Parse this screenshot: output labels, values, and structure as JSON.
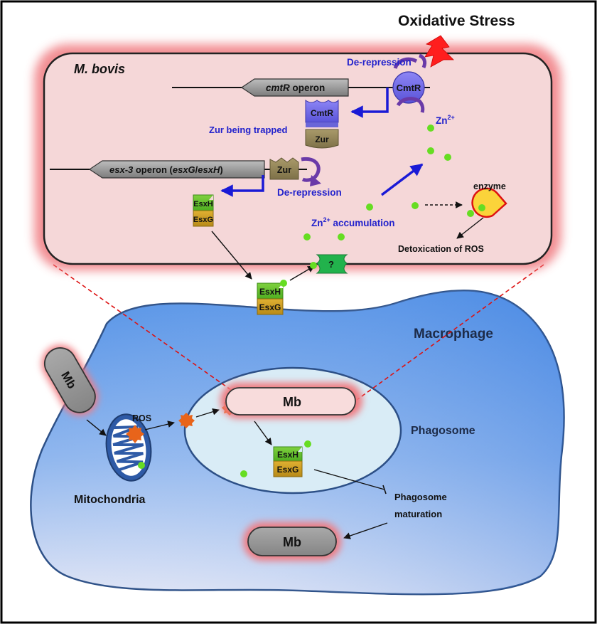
{
  "header": {
    "oxidative_stress": "Oxidative Stress"
  },
  "bacterium": {
    "name": "M. bovis",
    "cmtR_operon_italic": "cmtR",
    "cmtR_operon_rest": " operon",
    "esx3_operon_italic1": "esx-3",
    "esx3_operon_mid": " operon (",
    "esx3_operon_italic2": "esxG",
    "esx3_operon_slash": "/",
    "esx3_operon_italic3": "esxH",
    "esx3_operon_end": ")",
    "de_repression_top": "De-repression",
    "cmtR": "CmtR",
    "cmtR_complex": "CmtR",
    "zur_complex": "Zur",
    "zur_trapped": "Zur being trapped",
    "zur": "Zur",
    "de_repression_mid": "De-repression",
    "zn_label": "Zn",
    "zn_sup": "2+",
    "zn_accum_label": "Zn",
    "zn_accum_sup": "2+",
    "zn_accum_rest": " accumulation",
    "esxH": "EsxH",
    "esxG": "EsxG",
    "transporter": "?",
    "enzyme": "enzyme",
    "detox": "Detoxication of ROS"
  },
  "outside": {
    "esxH": "EsxH",
    "esxG": "EsxG"
  },
  "macrophage": {
    "label": "Macrophage",
    "mb_left": "Mb",
    "ros": "ROS",
    "mitochondria": "Mitochondria",
    "phagosome": "Phagosome",
    "mb_phagosome": "Mb",
    "esxH": "EsxH",
    "esxG": "EsxG",
    "maturation_line1": "Phagosome",
    "maturation_line2": "maturation",
    "mb_bottom": "Mb"
  },
  "colors": {
    "blue_text": "#2222cc",
    "zn_green": "#66dd22",
    "cell_pink": "#f5d7d8",
    "ros_orange": "#e8641a",
    "dashed_red": "#dd1111"
  }
}
